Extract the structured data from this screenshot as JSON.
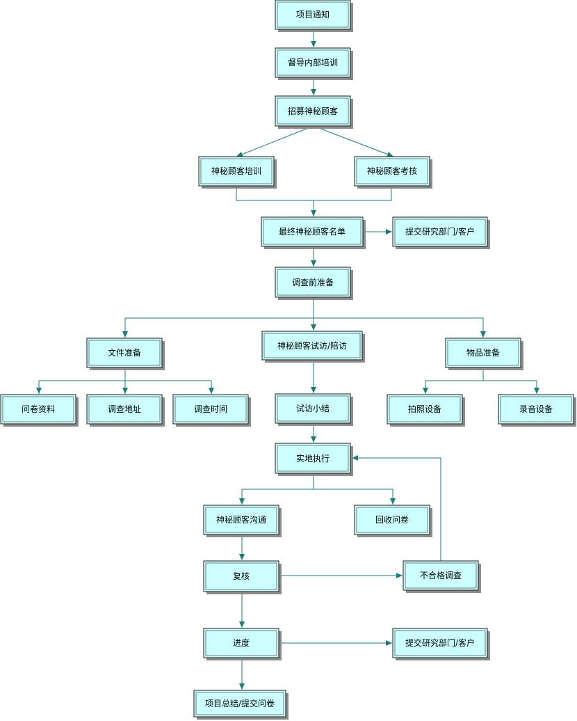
{
  "nodes": {
    "n1": {
      "label": "项目通知"
    },
    "n2": {
      "label": "督导内部培训"
    },
    "n3": {
      "label": "招募神秘顾客"
    },
    "n4": {
      "label": "神秘顾客培训"
    },
    "n5": {
      "label": "神秘顾客考核"
    },
    "n6": {
      "label": "最终神秘顾客名单"
    },
    "n7": {
      "label": "提交研究部门/客户"
    },
    "n8": {
      "label": "调查前准备"
    },
    "n9": {
      "label": "文件准备"
    },
    "n10": {
      "label": "神秘顾客试访/陪访"
    },
    "n11": {
      "label": "物品准备"
    },
    "n12": {
      "label": "问卷资料"
    },
    "n13": {
      "label": "调查地址"
    },
    "n14": {
      "label": "调查时间"
    },
    "n15": {
      "label": "试访小结"
    },
    "n16": {
      "label": "拍照设备"
    },
    "n17": {
      "label": "录音设备"
    },
    "n18": {
      "label": "实地执行"
    },
    "n19": {
      "label": "神秘顾客沟通"
    },
    "n20": {
      "label": "回收问卷"
    },
    "n21": {
      "label": "复核"
    },
    "n22": {
      "label": "不合格调查"
    },
    "n23": {
      "label": "进度"
    },
    "n24": {
      "label": "提交研究部门/客户"
    },
    "n25": {
      "label": "项目总结/提交问卷"
    }
  },
  "colors": {
    "node_fill": "#ccffff",
    "edge": "#1f7a7a"
  }
}
